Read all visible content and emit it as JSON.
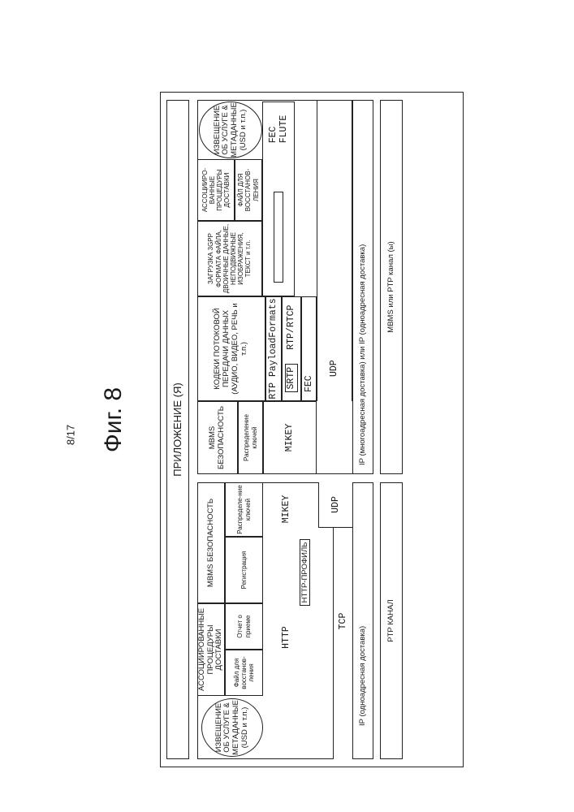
{
  "page_number": "8/17",
  "figure_title": "Фиг. 8",
  "application_label": "ПРИЛОЖЕНИЕ (Я)",
  "left_stack": {
    "service_announcement": "ИЗВЕЩЕНИЕ ОБ УСЛУГЕ & МЕТАДАННЫЕ (USD и т.п.)",
    "assoc_procedures": "АССОЦИИРОВАННЫЕ ПРОЦЕДУРЫ ДОСТАВКИ",
    "file_repair": "Файл для восстанов-ления",
    "reception_report": "Отчет о приеме",
    "mbms_security": "MBMS БЕЗОПАСНОСТЬ",
    "registration": "Регистрация",
    "key_distribution": "Распределе-ние ключей",
    "http": "HTTP",
    "http_profile": "HTTP-ПРОФИЛЬ",
    "mikey": "MIKEY",
    "tcp": "TCP",
    "udp": "UDP",
    "ip_unicast": "IP (одноадресная доставка)",
    "ptp_channel": "PTP КАНАЛ"
  },
  "right_stack": {
    "mbms_security": "MBMS БЕЗОПАСНОСТЬ",
    "key_distribution": "Распределение ключей",
    "mikey": "MIKEY",
    "streaming_codecs": "КОДЕКИ ПОТОКОВОЙ ПЕРЕДАЧИ ДАННЫХ (АУДИО, ВИДЕО, РЕЧЬ и т.п.)",
    "rtp_payload": "RTP PayloadFormats",
    "srtp": "SRTP",
    "rtp_rtcp": "RTP/RTCP",
    "fec_1": "FEC",
    "download": "ЗАГРУЗКА 3GPP ФОРМАТА ФАЙЛА, ДВОИЧНЫЕ ДАННЫЕ, НЕПОДВИЖНЫЕ ИЗОБРАЖЕНИЯ, ТЕКСТ и т.п.",
    "assoc_procedures": "АССОЦИИРО-ВАННЫЕ ПРОЦЕДУРЫ ДОСТАВКИ",
    "file_repair": "ФАЙЛ ДЛЯ ВОССТАНОВ-ЛЕНИЯ",
    "service_announcement": "ИЗВЕЩЕНИЕ ОБ УСЛУГЕ & МЕТАДАННЫЕ (USD и т.п.)",
    "fec_2": "FEC",
    "flute": "FLUTE",
    "udp": "UDP",
    "ip_multicast": "IP (многоадресная доставка) или IP (одноадресная доставка)",
    "bearer": "MBMS или PTP канал (ы)"
  }
}
